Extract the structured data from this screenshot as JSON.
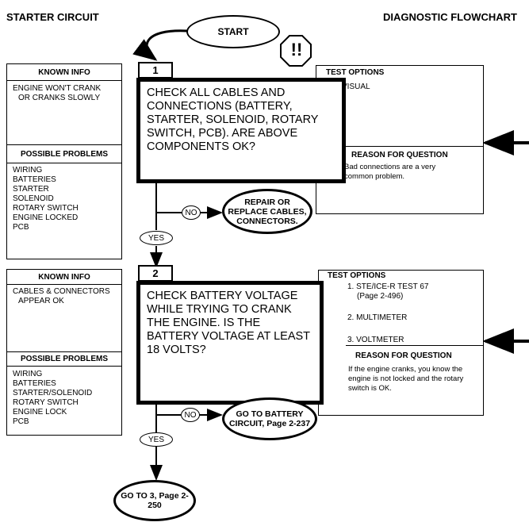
{
  "header": {
    "left_title": "STARTER CIRCUIT",
    "right_title": "DIAGNOSTIC FLOWCHART"
  },
  "start": {
    "label": "START",
    "warning": "!!"
  },
  "step1": {
    "number": "1",
    "known_info": {
      "title": "KNOWN INFO",
      "lines": [
        "ENGINE WON'T  CRANK",
        "OR CRANKS SLOWLY"
      ]
    },
    "possible_problems": {
      "title": "POSSIBLE PROBLEMS",
      "items": [
        "WIRING",
        "BATTERIES",
        "STARTER",
        "SOLENOID",
        "ROTARY SWITCH",
        "ENGINE LOCKED",
        "PCB"
      ]
    },
    "question": "CHECK ALL CABLES AND CONNECTIONS  (BATTERY, STARTER, SOLENOID, ROTARY SWITCH, PCB).  ARE ABOVE COMPONENTS OK?",
    "test_options": {
      "title": "TEST OPTIONS",
      "items": [
        "VISUAL"
      ]
    },
    "reason": {
      "title": "REASON FOR QUESTION",
      "text": "Bad connections are a very common problem."
    },
    "no_label": "NO",
    "no_action": "REPAIR OR REPLACE CABLES, CONNECTORS.",
    "yes_label": "YES"
  },
  "step2": {
    "number": "2",
    "known_info": {
      "title": "KNOWN INFO",
      "lines": [
        "CABLES & CONNECTORS",
        "APPEAR OK"
      ]
    },
    "possible_problems": {
      "title": "POSSIBLE PROBLEMS",
      "items": [
        "WIRING",
        "BATTERIES",
        "STARTER/SOLENOID",
        "ROTARY SWITCH",
        "ENGINE LOCK",
        "PCB"
      ]
    },
    "question": "CHECK BATTERY VOLTAGE WHILE TRYING TO CRANK THE ENGINE. IS THE BATTERY VOLTAGE AT LEAST 18 VOLTS?",
    "test_options": {
      "title": "TEST OPTIONS",
      "items": [
        "1. STE/ICE-R TEST 67",
        "(Page 2-496)",
        "2. MULTIMETER",
        "3. VOLTMETER"
      ]
    },
    "reason": {
      "title": "REASON FOR QUESTION",
      "text": "If the engine cranks, you know the engine is not locked and the rotary switch is OK."
    },
    "no_label": "NO",
    "no_action": "GO TO BATTERY CIRCUIT,  Page 2-237",
    "yes_label": "YES",
    "yes_action": "GO TO 3, Page 2-250"
  }
}
